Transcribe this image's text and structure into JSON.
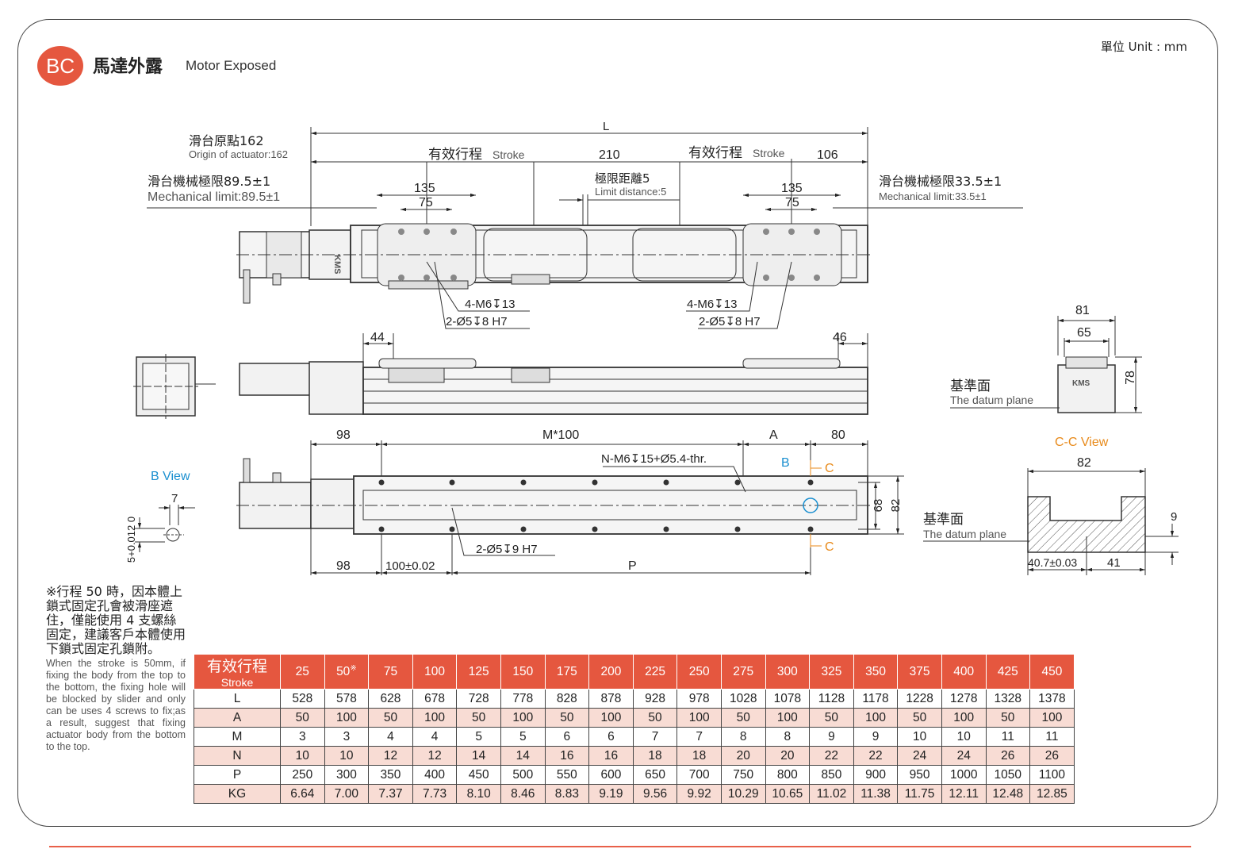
{
  "header": {
    "badge": "BC",
    "title_zh": "馬達外露",
    "title_en": "Motor Exposed",
    "unit": "單位 Unit : mm"
  },
  "labels": {
    "L": "L",
    "origin_zh": "滑台原點162",
    "origin_en": "Origin of actuator:162",
    "mech_left_zh": "滑台機械極限89.5±1",
    "mech_left_en": "Mechanical limit:89.5±1",
    "mech_right_zh": "滑台機械極限33.5±1",
    "mech_right_en": "Mechanical limit:33.5±1",
    "stroke_zh": "有效行程",
    "stroke_en": "Stroke",
    "d210": "210",
    "d106": "106",
    "limit_zh": "極限距離5",
    "limit_en": "Limit distance:5",
    "d135": "135",
    "d75": "75",
    "m6": "4-M6↧13",
    "dowel8": "2-Ø5↧8 H7",
    "d44": "44",
    "d46": "46",
    "d98": "98",
    "m100": "M*100",
    "A": "A",
    "d80": "80",
    "nm6": "N-M6↧15+Ø5.4-thr.",
    "B": "B",
    "C": "C",
    "d68": "68",
    "d82": "82",
    "dowel9": "2-Ø5↧9 H7",
    "d100": "100±0.02",
    "P": "P",
    "bview": "B View",
    "d7": "7",
    "tol": "5+0.012 0",
    "d81": "81",
    "d65": "65",
    "d78": "78",
    "datum_zh": "基準面",
    "datum_en": "The datum plane",
    "ccview": "C-C View",
    "d9": "9",
    "d40": "40.7±0.03",
    "d41": "41",
    "logo": "KMS"
  },
  "note": {
    "zh": "※行程 50 時，因本體上鎖式固定孔會被滑座遮住，僅能使用 4 支螺絲固定，建議客戶本體使用下鎖式固定孔鎖附。",
    "en": "When the stroke is 50mm, if fixing the body from the top to the bottom, the fixing hole will be blocked by slider and only can be uses 4 screws to fix;as a result, suggest that fixing actuator body from the bottom to the top."
  },
  "table": {
    "header_zh": "有效行程",
    "header_en": "Stroke",
    "mark": "※",
    "strokes": [
      "25",
      "50",
      "75",
      "100",
      "125",
      "150",
      "175",
      "200",
      "225",
      "250",
      "275",
      "300",
      "325",
      "350",
      "375",
      "400",
      "425",
      "450"
    ],
    "rows": [
      {
        "name": "L",
        "values": [
          "528",
          "578",
          "628",
          "678",
          "728",
          "778",
          "828",
          "878",
          "928",
          "978",
          "1028",
          "1078",
          "1128",
          "1178",
          "1228",
          "1278",
          "1328",
          "1378"
        ]
      },
      {
        "name": "A",
        "values": [
          "50",
          "100",
          "50",
          "100",
          "50",
          "100",
          "50",
          "100",
          "50",
          "100",
          "50",
          "100",
          "50",
          "100",
          "50",
          "100",
          "50",
          "100"
        ]
      },
      {
        "name": "M",
        "values": [
          "3",
          "3",
          "4",
          "4",
          "5",
          "5",
          "6",
          "6",
          "7",
          "7",
          "8",
          "8",
          "9",
          "9",
          "10",
          "10",
          "11",
          "11"
        ]
      },
      {
        "name": "N",
        "values": [
          "10",
          "10",
          "12",
          "12",
          "14",
          "14",
          "16",
          "16",
          "18",
          "18",
          "20",
          "20",
          "22",
          "22",
          "24",
          "24",
          "26",
          "26"
        ]
      },
      {
        "name": "P",
        "values": [
          "250",
          "300",
          "350",
          "400",
          "450",
          "500",
          "550",
          "600",
          "650",
          "700",
          "750",
          "800",
          "850",
          "900",
          "950",
          "1000",
          "1050",
          "1100"
        ]
      },
      {
        "name": "KG",
        "values": [
          "6.64",
          "7.00",
          "7.37",
          "7.73",
          "8.10",
          "8.46",
          "8.83",
          "9.19",
          "9.56",
          "9.92",
          "10.29",
          "10.65",
          "11.02",
          "11.38",
          "11.75",
          "12.11",
          "12.48",
          "12.85"
        ]
      }
    ]
  },
  "colors": {
    "accent": "#e5573f",
    "row_alt": "#f8dcd4",
    "blue": "#1a8fd0",
    "orange": "#e88a1a"
  }
}
